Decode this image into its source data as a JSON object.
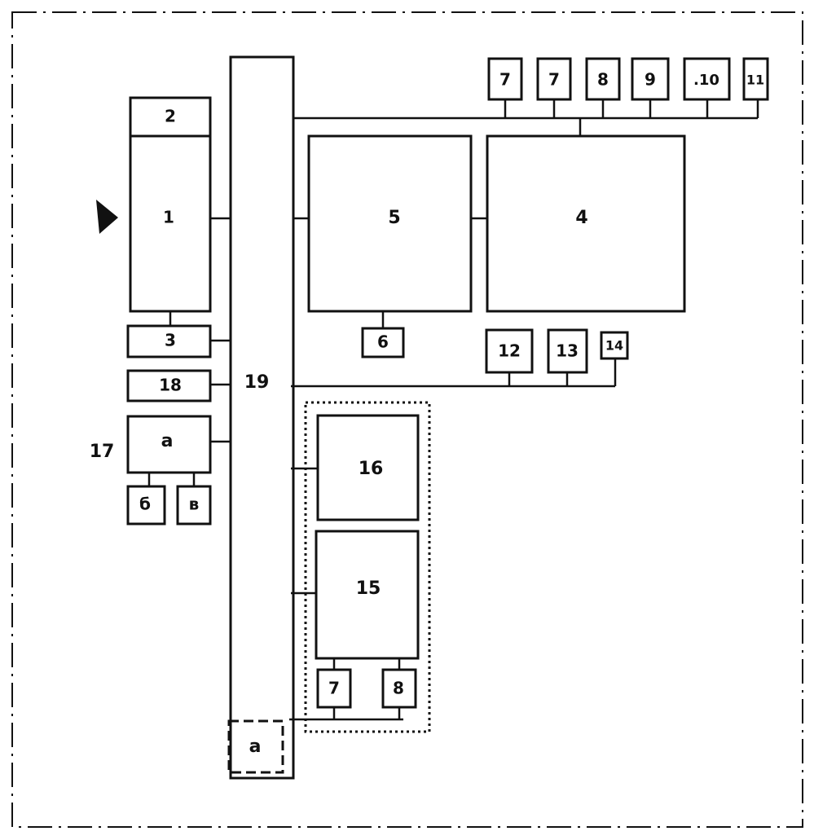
{
  "blocks": {
    "b1": "1",
    "b2": "2",
    "b3": "3",
    "b4": "4",
    "b5": "5",
    "b6": "6",
    "b7a": "7",
    "b7b": "7",
    "b8": "8",
    "b9": "9",
    "b10": ".10",
    "b11": "11",
    "b12": "12",
    "b13": "13",
    "b14": "14",
    "b15": "15",
    "b16": "16",
    "b17": "17",
    "b17a": "а",
    "b17b": "б",
    "b17v": "в",
    "b18": "18",
    "b19": "19",
    "b19a": "а",
    "b15_7": "7",
    "b15_8": "8"
  }
}
